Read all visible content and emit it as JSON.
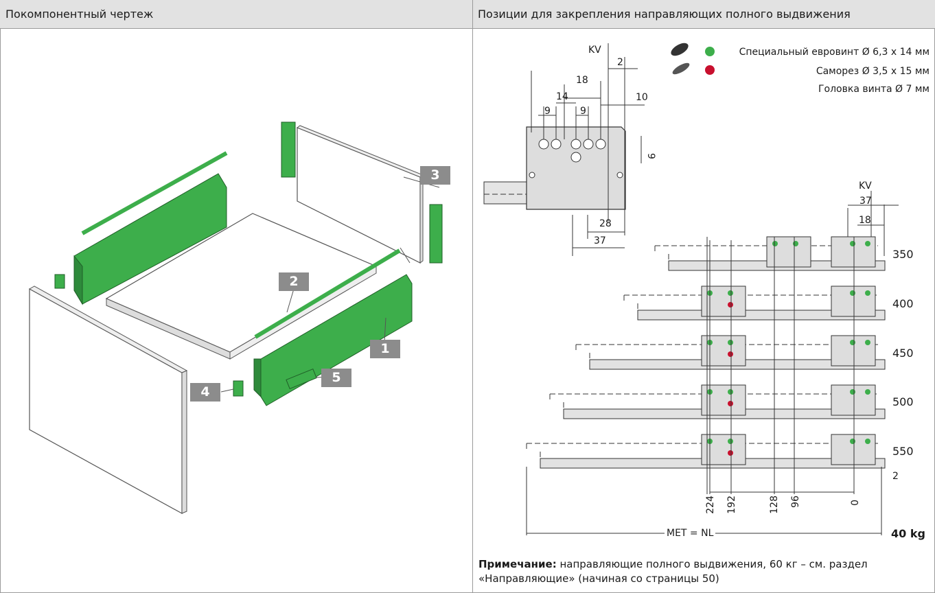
{
  "left_panel": {
    "title": "Покомпонентный чертеж",
    "badges": [
      "1",
      "2",
      "3",
      "4",
      "5"
    ]
  },
  "right_panel": {
    "title": "Позиции для закрепления направляющих полного выдвижения",
    "legend": {
      "screw1": "Специальный евровинт Ø 6,3 x 14 мм",
      "screw2": "Саморез Ø 3,5 x 15 мм",
      "head": "Головка винта Ø 7 мм"
    },
    "dims_top": {
      "kv": "KV",
      "d2": "2",
      "d18": "18",
      "d14": "14",
      "d9a": "9",
      "d9b": "9",
      "d10": "10",
      "d9c": "9",
      "d28": "28",
      "d37": "37"
    },
    "dims_main": {
      "kv": "KV",
      "d37": "37",
      "d18": "18",
      "d2": "2"
    },
    "sizes": [
      "350",
      "400",
      "450",
      "500",
      "550"
    ],
    "bottom_dims": [
      "224",
      "192",
      "128",
      "96",
      "0"
    ],
    "met": "MET = NL",
    "load": "40 kg",
    "note_bold": "Примечание:",
    "note_text": " направляющие полного выдвижения, 60 кг – см. раздел «Направляющие» (начиная со страницы 50)"
  },
  "colors": {
    "green": "#3dae4b",
    "red": "#c8102e",
    "gray": "#8c8c8c"
  }
}
